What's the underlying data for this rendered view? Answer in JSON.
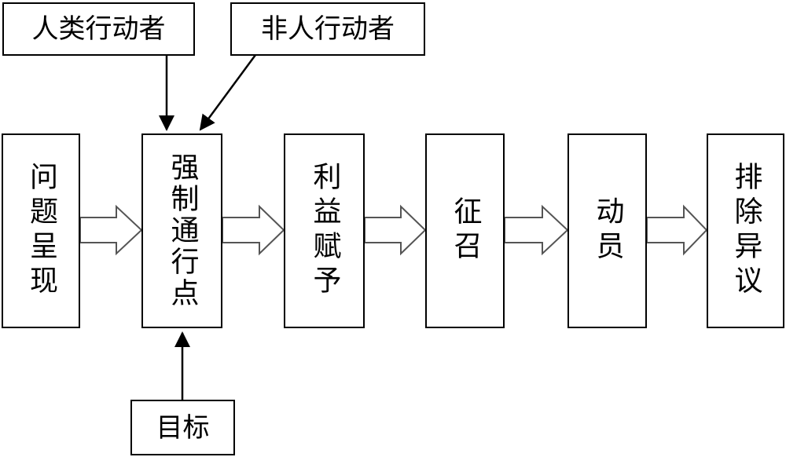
{
  "inputs": {
    "human_actors": "人类行动者",
    "nonhuman_actors": "非人行动者",
    "goal": "目标"
  },
  "steps": [
    "问题呈现",
    "强制通行点",
    "利益赋予",
    "征召",
    "动员",
    "排除异议"
  ]
}
